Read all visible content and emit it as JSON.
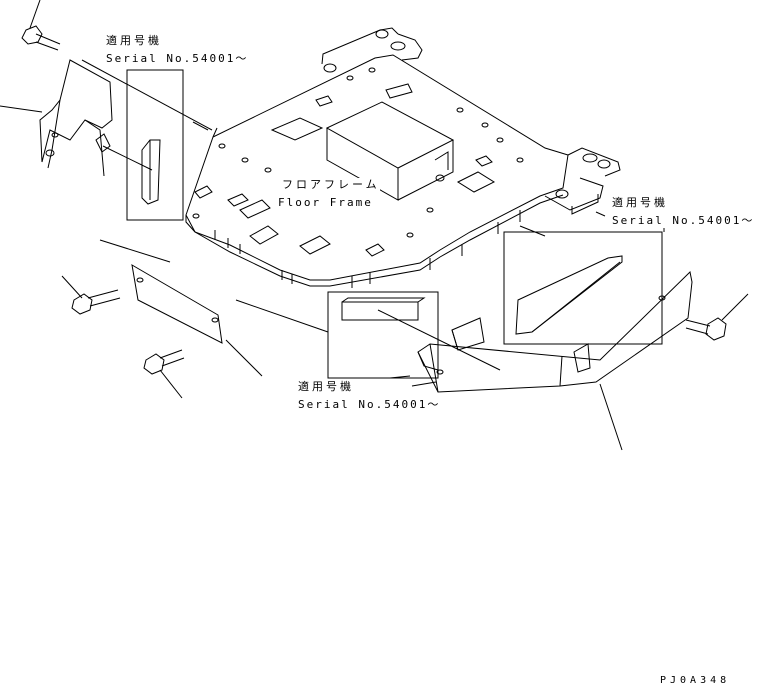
{
  "labels": {
    "note_top_left_jp": "適用号機",
    "note_top_left_serial": "Serial No.54001～",
    "note_right_jp": "適用号機",
    "note_right_serial": "Serial No.54001～",
    "note_bottom_jp": "適用号機",
    "note_bottom_serial": "Serial No.54001～",
    "floor_frame_jp": "フロアフレーム",
    "floor_frame_en": "Floor Frame",
    "drawing_code": "PJ0A348"
  },
  "colors": {
    "line": "#000000",
    "background": "#ffffff"
  }
}
